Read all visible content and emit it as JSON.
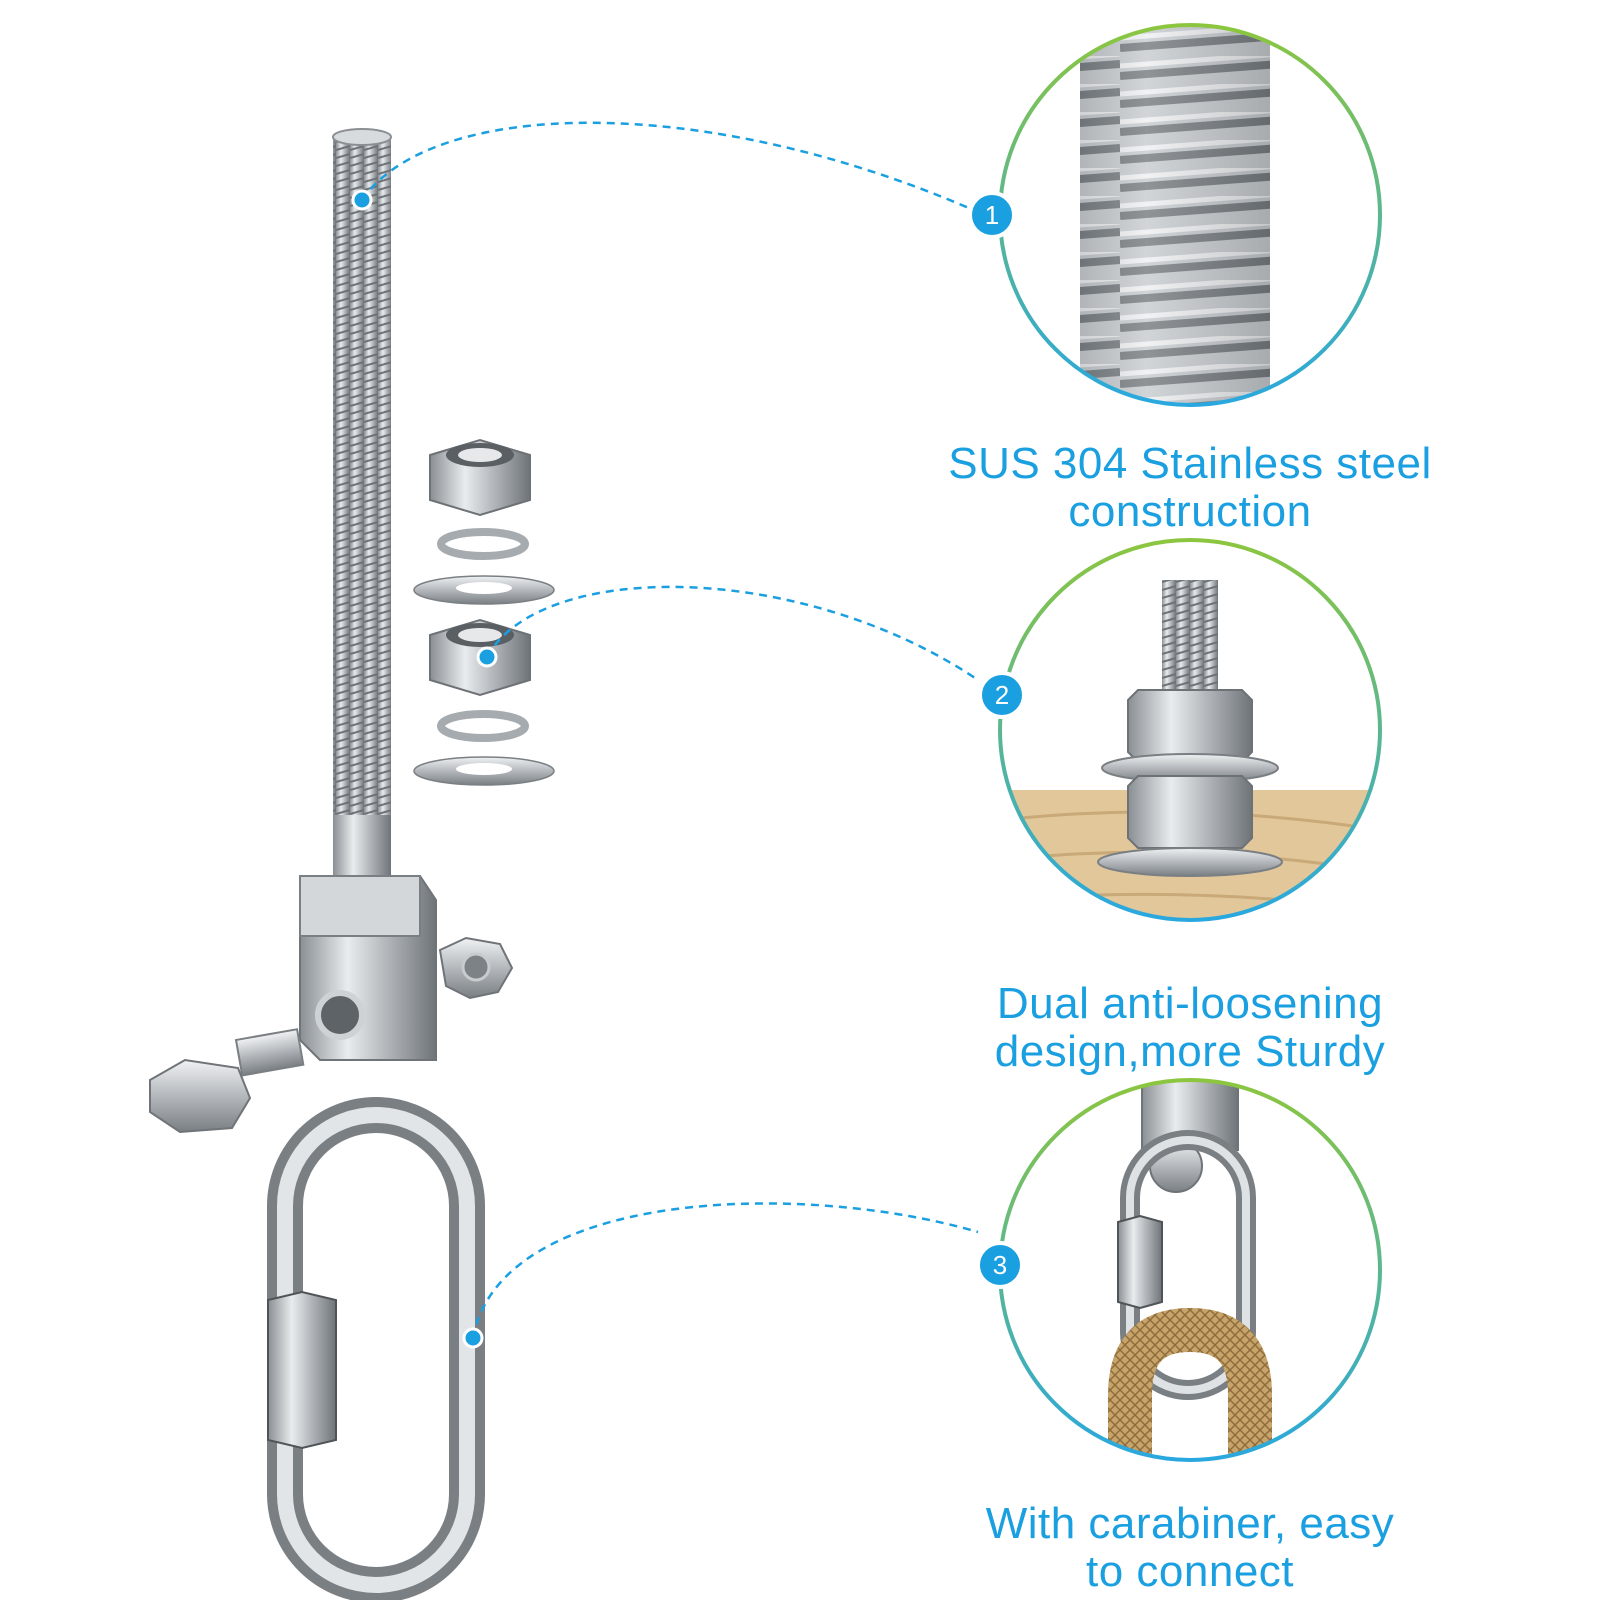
{
  "features": [
    {
      "number": "1",
      "lines": [
        "SUS 304 Stainless steel",
        "construction"
      ],
      "detail": "threaded-rod-closeup"
    },
    {
      "number": "2",
      "lines": [
        "Dual anti-loosening",
        "design,more Sturdy"
      ],
      "detail": "double-nut-on-wood"
    },
    {
      "number": "3",
      "lines": [
        "With carabiner, easy",
        "to connect"
      ],
      "detail": "carabiner-with-rope"
    }
  ],
  "colors": {
    "accent_blue": "#1a9fe0",
    "circle_ring_green": "#8cc63f",
    "circle_ring_blue": "#29a8e0",
    "steel": "#b8bcc0",
    "wood": "#e2c79a",
    "rope": "#c9a46a"
  }
}
